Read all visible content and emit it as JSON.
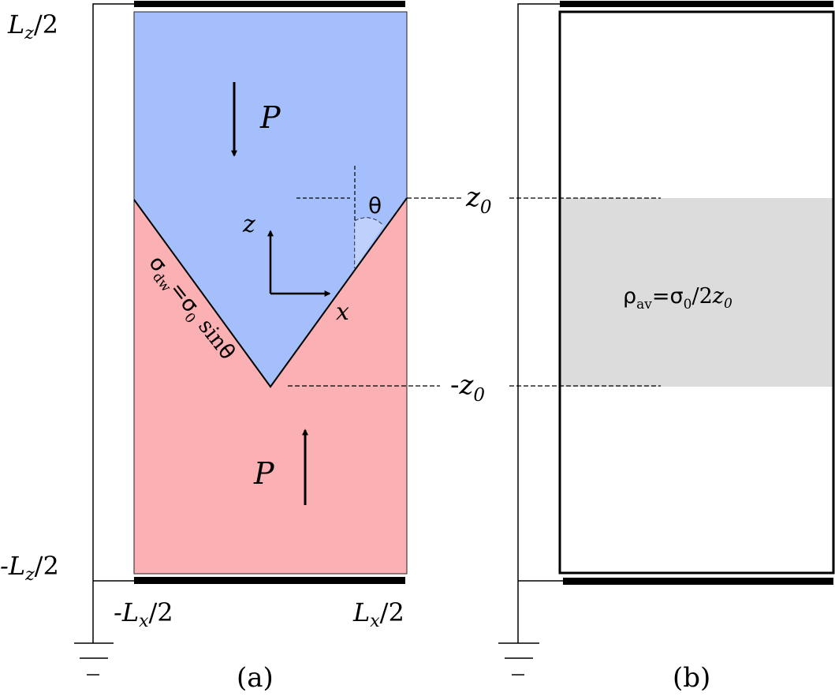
{
  "panel_a": {
    "label": "(a)",
    "top_bound": {
      "main": "L",
      "sub": "z",
      "rest": "/2"
    },
    "bottom_bound": {
      "main": "-L",
      "sub": "z",
      "rest": "/2"
    },
    "left_bound": {
      "main": "-L",
      "sub": "x",
      "rest": "/2"
    },
    "right_bound": {
      "main": "L",
      "sub": "x",
      "rest": "/2"
    },
    "polarization_top": "P",
    "polarization_bottom": "P",
    "axis_z": "z",
    "axis_x": "x",
    "angle": "θ",
    "wall_charge": {
      "sigma": "σ",
      "sub_dw": "dw",
      "eq": "=",
      "sigma0": "σ",
      "sub_0": "0",
      "sin": " sin",
      "theta": "θ"
    },
    "z0_top": {
      "main": "z",
      "sub": "0"
    },
    "z0_bottom": {
      "prefix": "-",
      "main": "z",
      "sub": "0"
    }
  },
  "panel_b": {
    "label": "(b)",
    "rho": {
      "rho": "ρ",
      "sub_av": "av",
      "eq": "=",
      "sigma": "σ",
      "sub_0": "0",
      "div": "/2",
      "z": "z",
      "z_sub": "0"
    }
  },
  "colors": {
    "upper_domain": "#a4bffb",
    "lower_domain": "#fbb0b3",
    "band": "#dcdcdc",
    "line": "#000000"
  }
}
